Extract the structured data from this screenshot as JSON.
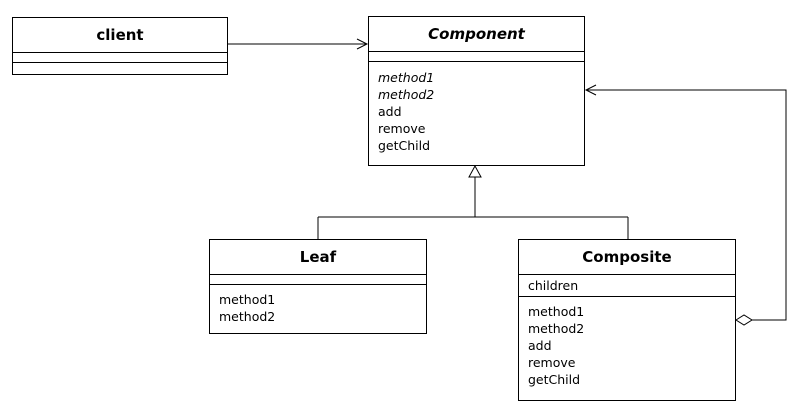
{
  "diagram": {
    "classes": {
      "client": {
        "name": "client",
        "attributes": [],
        "operations": []
      },
      "component": {
        "name": "Component",
        "abstract": true,
        "attributes": [],
        "operations": [
          {
            "label": "method1",
            "abstract": true
          },
          {
            "label": "method2",
            "abstract": true
          },
          {
            "label": "add",
            "abstract": false
          },
          {
            "label": "remove",
            "abstract": false
          },
          {
            "label": "getChild",
            "abstract": false
          }
        ]
      },
      "leaf": {
        "name": "Leaf",
        "attributes": [],
        "operations": [
          {
            "label": "method1"
          },
          {
            "label": "method2"
          }
        ]
      },
      "composite": {
        "name": "Composite",
        "attributes": [
          {
            "label": "children"
          }
        ],
        "operations": [
          {
            "label": "method1"
          },
          {
            "label": "method2"
          },
          {
            "label": "add"
          },
          {
            "label": "remove"
          },
          {
            "label": "getChild"
          }
        ]
      }
    },
    "relationships": [
      {
        "type": "association",
        "from": "client",
        "to": "component"
      },
      {
        "type": "generalization",
        "from": "leaf",
        "to": "component"
      },
      {
        "type": "generalization",
        "from": "composite",
        "to": "component"
      },
      {
        "type": "aggregation",
        "from": "composite",
        "to": "component",
        "whole": "composite"
      }
    ],
    "colors": {
      "line": "#000000",
      "background": "#ffffff"
    }
  }
}
